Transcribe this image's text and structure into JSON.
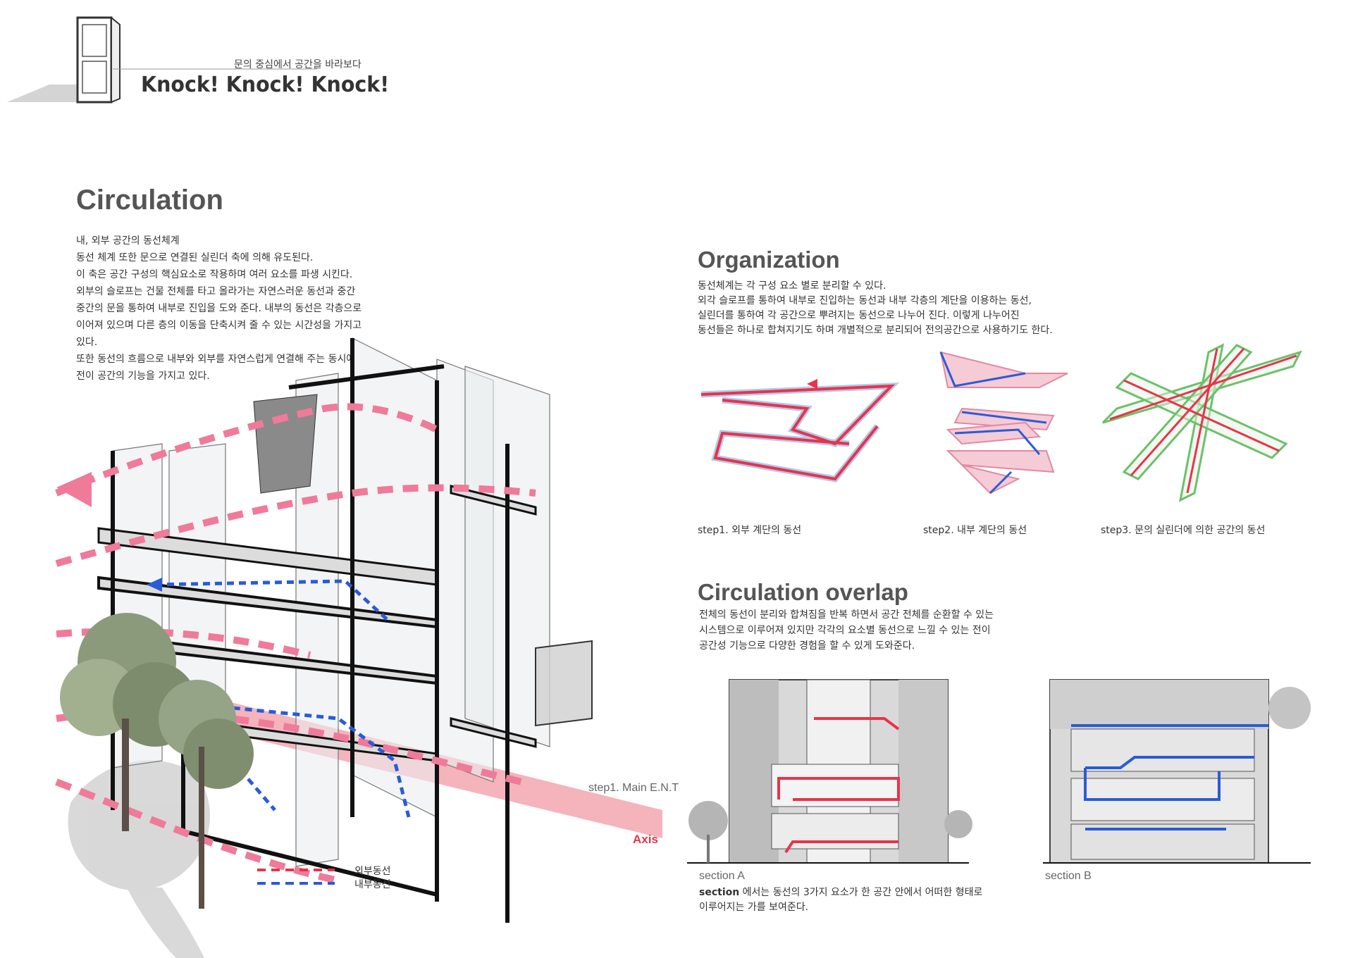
{
  "header": {
    "subtitle": "문의 중심에서 공간을 바라보다",
    "title": "Knock! Knock! Knock!"
  },
  "circulation": {
    "heading": "Circulation",
    "lines": [
      "내, 외부 공간의 동선체계",
      "동선 체계 또한 문으로 연결된 실린더 축에 의해 유도된다.",
      "이 축은 공간 구성의 핵심요소로 작용하며 여러 요소를 파생 시킨다.",
      "외부의 슬로프는 건물 전체를 타고 올라가는 자연스러운 동선과 중간",
      "중간의 문을 통하여 내부로 진입을 도와 준다. 내부의 동선은 각층으로",
      "이어져 있으며 다른 층의 이동을 단축시켜 줄 수 있는 시간성을 가지고",
      "있다.",
      "또한 동선의 흐름으로 내부와 외부를 자연스럽게 연결해 주는 동시에",
      "전이 공간의 기능을 가지고 있다."
    ]
  },
  "main_diagram": {
    "step_label": "step1. Main E.N.T",
    "axis_label": "Axis",
    "legend": [
      {
        "label": "외부동선",
        "color": "#e8334a"
      },
      {
        "label": "내부동선",
        "color": "#2a5bd7"
      }
    ]
  },
  "organization": {
    "heading": "Organization",
    "lines": [
      "동선체계는 각 구성 요소 별로 분리할 수 있다.",
      "외각 슬로프를 통하여 내부로 진입하는 동선과 내부 각층의 계단을 이용하는 동선,",
      "실린더를 통하여 각 공간으로 뿌려지는 동선으로 나누어 진다. 이렇게 나누어진",
      "동선들은 하나로 합쳐지기도 하며 개별적으로 분리되어 전의공간으로 사용하기도 한다."
    ],
    "steps": [
      {
        "label": "step1. 외부 계단의 동선"
      },
      {
        "label": "step2. 내부 계단의 동선"
      },
      {
        "label": "step3. 문의 실린더에 의한 공간의 동선"
      }
    ]
  },
  "overlap": {
    "heading": "Circulation overlap",
    "lines": [
      "전체의 동선이 분리와 합쳐짐을 반복 하면서 공간 전체를 순환할 수 있는",
      "시스템으로 이루어져 있지만 각각의 요소별 동선으로 느낄 수 있는 전이",
      "공간성 기능으로 다양한 경험을 할 수 있게 도와준다."
    ],
    "section_a": "section A",
    "section_b": "section B",
    "caption_prefix": "section",
    "caption_rest": " 에서는 동선의 3가지 요소가 한 공간 안에서 어떠한 형태로",
    "caption_line2": "이루어지는 가를 보여준다."
  },
  "colors": {
    "red": "#e8334a",
    "blue": "#2a5bd7",
    "pink": "#f07a9a",
    "green": "#6cc06a"
  }
}
